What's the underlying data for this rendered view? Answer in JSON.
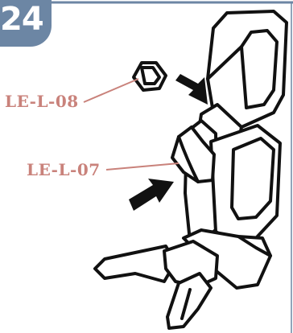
{
  "step": {
    "number": "24"
  },
  "parts": [
    {
      "id": "LE-L-08"
    },
    {
      "id": "LE-L-07"
    }
  ],
  "colors": {
    "step_tab": "#6c86a4",
    "label_text": "#c9827b",
    "leader_line": "#c9827b",
    "outline": "#111111",
    "fill": "#ffffff"
  },
  "icons": [
    "arrow-icon",
    "arrow-icon"
  ]
}
